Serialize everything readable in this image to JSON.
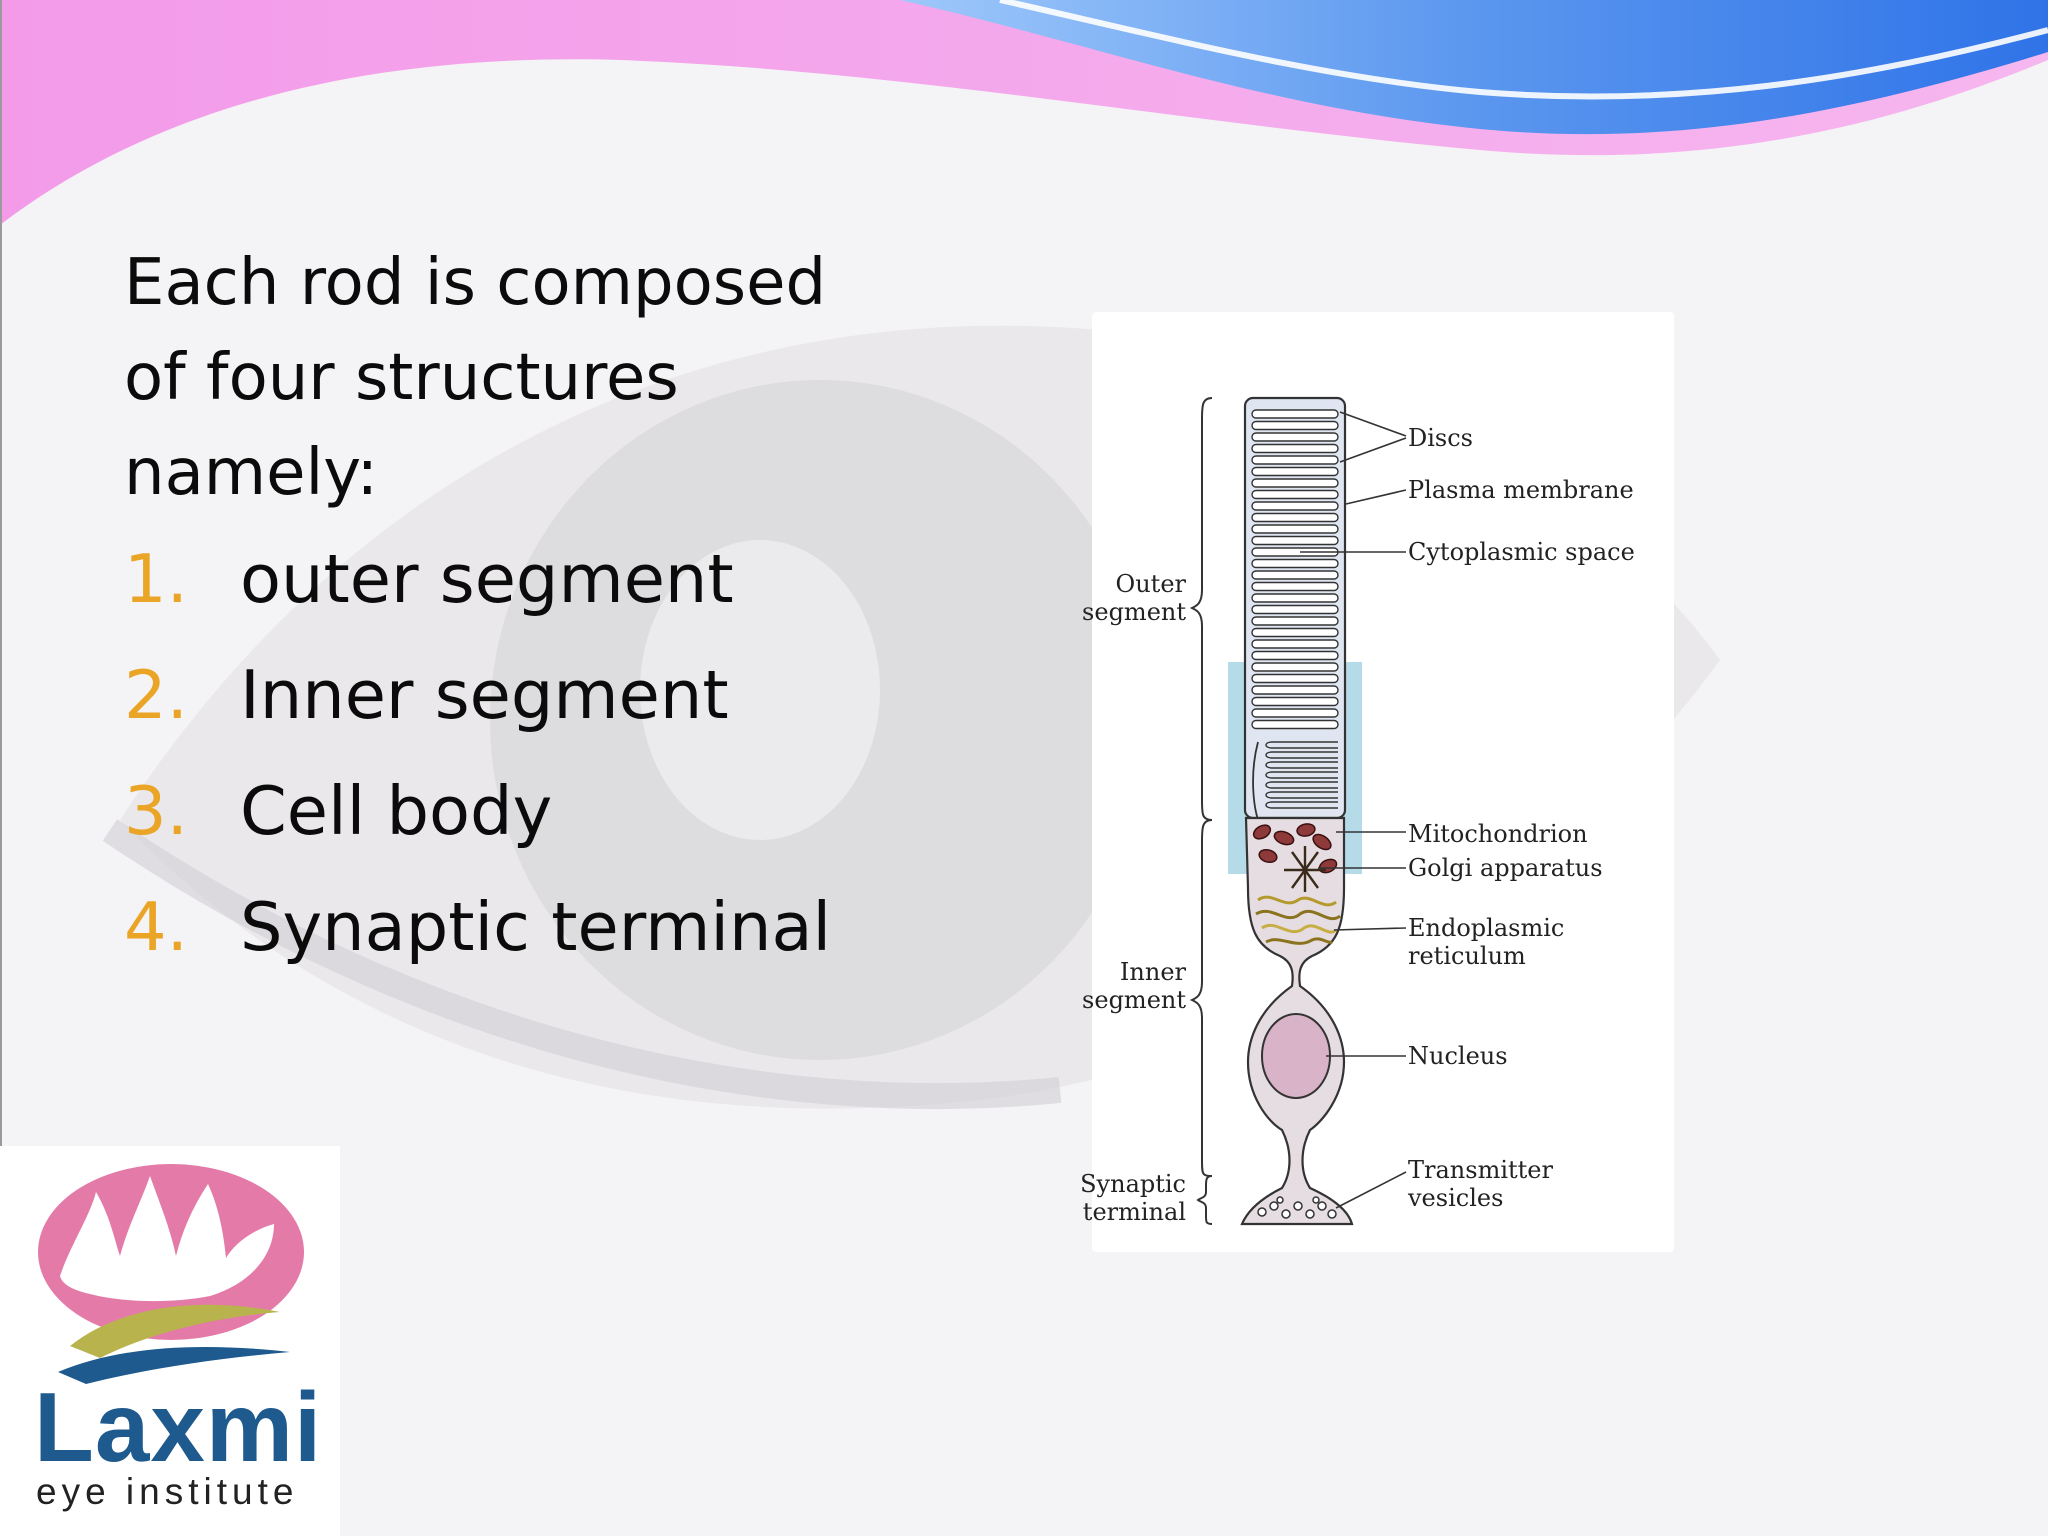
{
  "slide": {
    "intro": [
      "Each rod is composed",
      "of four structures",
      "namely:"
    ],
    "steps": [
      {
        "num": "1.",
        "label": "outer segment"
      },
      {
        "num": "2.",
        "label": "Inner segment"
      },
      {
        "num": "3.",
        "label": "Cell body"
      },
      {
        "num": "4.",
        "label": "Synaptic terminal"
      }
    ],
    "number_color": "#eaa526"
  },
  "diagram": {
    "left_labels": {
      "outer": [
        "Outer",
        "segment"
      ],
      "inner": [
        "Inner",
        "segment"
      ],
      "synaptic": [
        "Synaptic",
        "terminal"
      ]
    },
    "right_labels": {
      "discs": "Discs",
      "plasma_membrane": "Plasma membrane",
      "cytoplasmic_space": "Cytoplasmic space",
      "mitochondrion": "Mitochondrion",
      "golgi": "Golgi apparatus",
      "er": [
        "Endoplasmic",
        "reticulum"
      ],
      "nucleus": "Nucleus",
      "vesicles": [
        "Transmitter",
        "vesicles"
      ]
    }
  },
  "logo": {
    "name": "Laxmi",
    "subtitle": "eye institute",
    "colors": {
      "pink": "#e47aa8",
      "gold": "#b9b34e",
      "blue": "#1e5a8d"
    }
  },
  "theme": {
    "wave_pink": "#f5a3ec",
    "wave_blue": "#3d82ec"
  }
}
